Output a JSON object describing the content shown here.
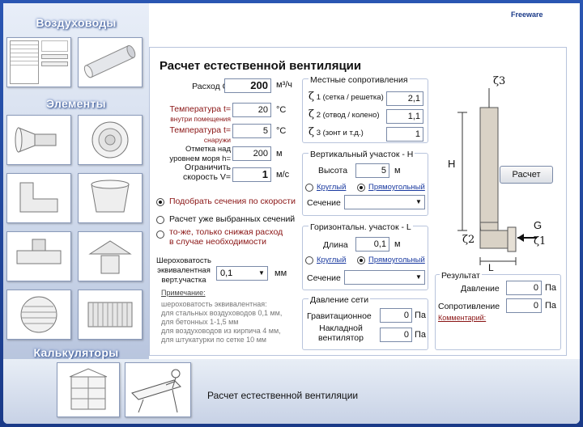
{
  "freeware": "Freeware",
  "sidebar": {
    "ducts_title": "Воздуховоды",
    "elements_title": "Элементы",
    "calculators_title": "Калькуляторы"
  },
  "bottom": {
    "title": "Расчет естественной вентиляции"
  },
  "form": {
    "title": "Расчет естественной вентиляции",
    "flow_label": "Расход G=",
    "flow_value": "200",
    "flow_unit": "м³/ч",
    "temp_in_label": "Температура t=",
    "temp_in_sub": "внутри помещения",
    "temp_in_value": "20",
    "temp_in_unit": "°C",
    "temp_out_label": "Температура t=",
    "temp_out_sub": "снаружи",
    "temp_out_value": "5",
    "temp_out_unit": "°C",
    "altitude_label_1": "Отметка над",
    "altitude_label_2": "уровнем моря h=",
    "altitude_value": "200",
    "altitude_unit": "м",
    "speed_label_1": "Ограничить",
    "speed_label_2": "скорость V=",
    "speed_value": "1",
    "speed_unit": "м/с",
    "opt_select_speed": "Подобрать сечения по скорости",
    "opt_calc_selected": "Расчет уже выбранных сечений",
    "opt_same_reduce_1": "то-же, только снижая расход",
    "opt_same_reduce_2": "в случае необходимости",
    "rough_label_1": "Шероховатость",
    "rough_label_2": "эквивалентная",
    "rough_label_3": "верт.участка",
    "rough_value": "0,1",
    "rough_unit": "мм",
    "note_title": "Примечание:",
    "note_lines": [
      "шероховатость эквивалентная:",
      "для стальных воздуховодов 0,1 мм,",
      "для бетонных 1-1,5 мм",
      "для воздуховодов из кирпича 4 мм,",
      "для штукатурки по сетке 10 мм"
    ]
  },
  "local_resist": {
    "title": "Местные сопротивления",
    "z1_label": "1 (сетка / решетка)",
    "z1_value": "2,1",
    "z2_label": "2 (отвод / колено)",
    "z2_value": "1,1",
    "z3_label": "3 (зонт и т.д.)",
    "z3_value": "1"
  },
  "vertical": {
    "title": "Вертикальный участок - H",
    "height_label": "Высота",
    "height_value": "5",
    "height_unit": "м",
    "round": "Круглый",
    "rect": "Прямоугольный",
    "section_label": "Сечение"
  },
  "horizontal": {
    "title": "Горизонтальн. участок - L",
    "length_label": "Длина",
    "length_value": "0,1",
    "length_unit": "м",
    "round": "Круглый",
    "rect": "Прямоугольный",
    "section_label": "Сечение"
  },
  "pressure": {
    "title": "Давление сети",
    "grav_label": "Гравитационное",
    "grav_value": "0",
    "grav_unit": "Па",
    "fan_label_1": "Накладной",
    "fan_label_2": "вентилятор",
    "fan_value": "0",
    "fan_unit": "Па"
  },
  "result": {
    "title": "Результат",
    "pressure_label": "Давление",
    "pressure_value": "0",
    "pressure_unit": "Па",
    "resist_label": "Сопротивление",
    "resist_value": "0",
    "resist_unit": "Па",
    "comment_link": "Комментарий:"
  },
  "diagram": {
    "z3": "ζ3",
    "H": "H",
    "G": "G",
    "z2": "ζ2",
    "z1": "ζ1",
    "L": "L"
  },
  "calc_button": "Расчет",
  "zeta": "ζ"
}
